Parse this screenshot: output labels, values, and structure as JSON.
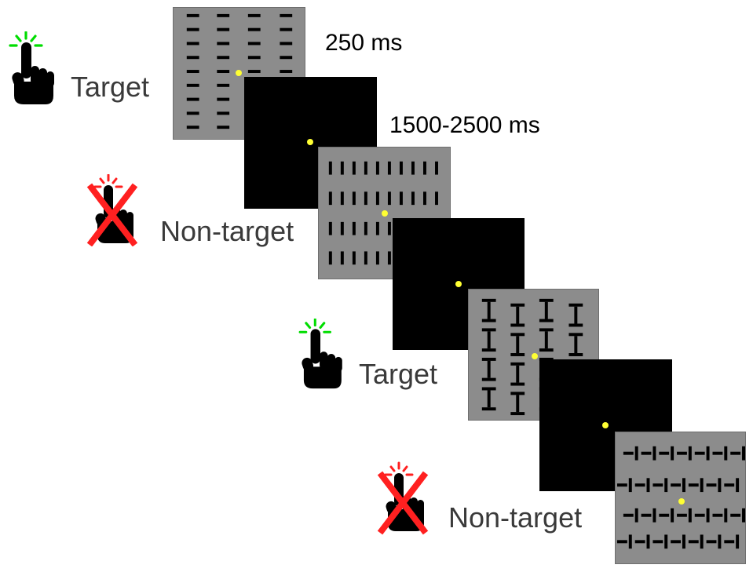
{
  "timing": {
    "stimulus_duration": "250 ms",
    "interval_duration": "1500-2500 ms"
  },
  "labels": {
    "target_1": "Target",
    "nontarget_1": "Non-target",
    "target_2": "Target",
    "nontarget_2": "Non-target"
  },
  "colors": {
    "stimulus_background": "#8c8c8c",
    "blank_background": "#000000",
    "fixation_dot": "#ffff33",
    "press_rays": "#00dd00",
    "no_press_rays": "#ff2020",
    "cross": "#ff2020",
    "bar": "#000000"
  },
  "icons": {
    "press": "hand-press-icon",
    "no_press": "hand-no-press-icon"
  }
}
